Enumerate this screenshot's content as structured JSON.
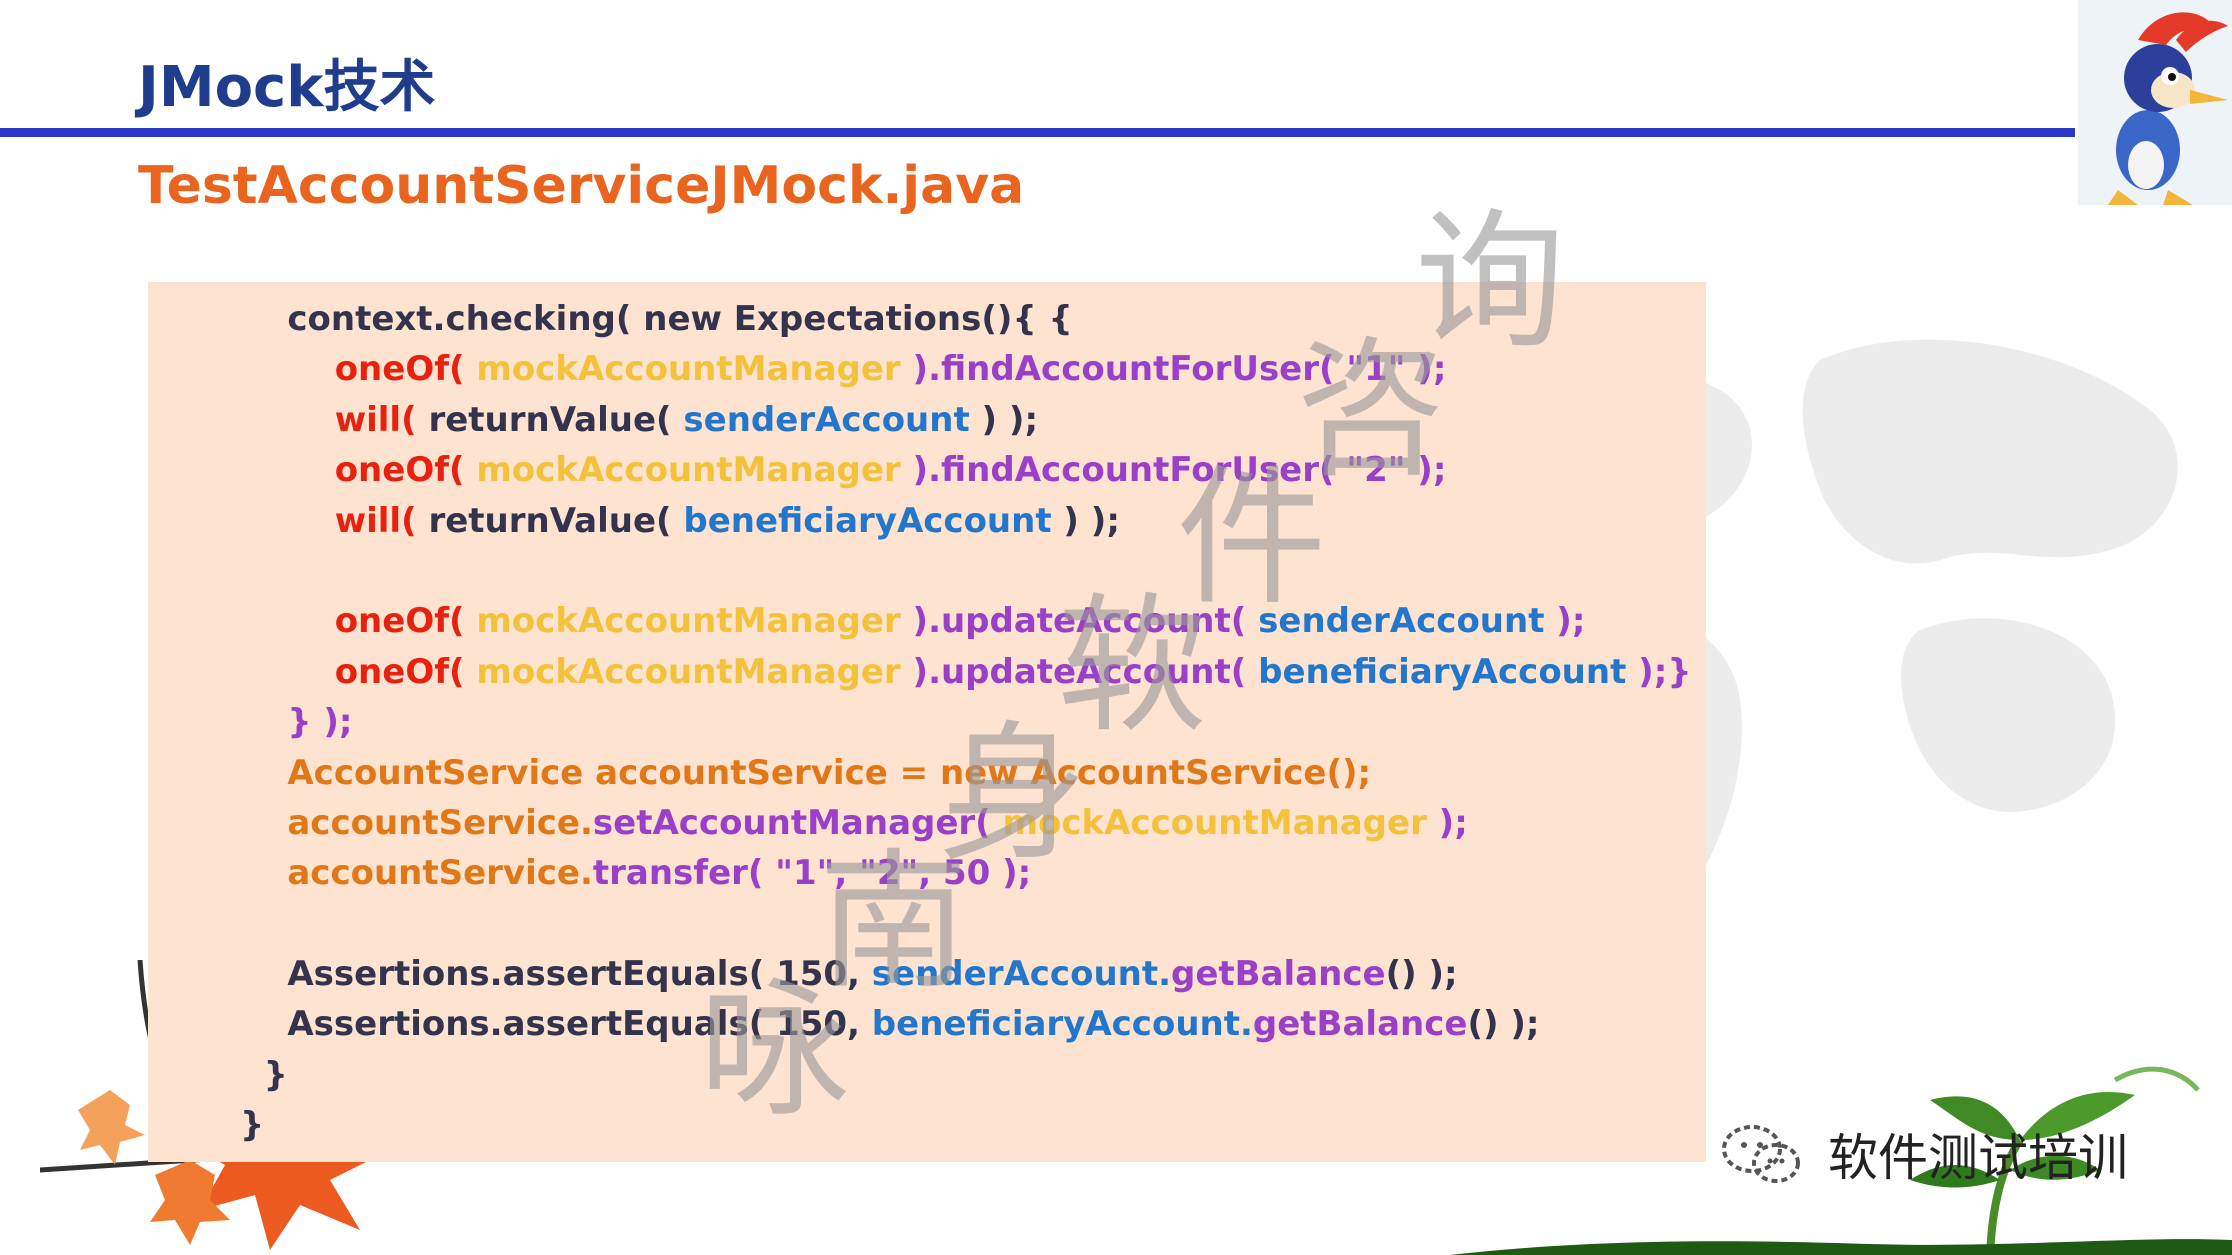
{
  "slide": {
    "title": "JMock技术",
    "filename": "TestAccountServiceJMock.java"
  },
  "code_lines": [
    [
      {
        "t": "    context.checking( new Expectations(){ {",
        "c": "dark"
      }
    ],
    [
      {
        "t": "        oneOf(",
        "c": "red"
      },
      {
        "t": " mockAccountManager",
        "c": "yel"
      },
      {
        "t": " ).findAccountForUser( \"1\" );",
        "c": "pur"
      }
    ],
    [
      {
        "t": "        will(",
        "c": "red"
      },
      {
        "t": " returnValue(",
        "c": "dark"
      },
      {
        "t": " senderAccount",
        "c": "blu"
      },
      {
        "t": " ) );",
        "c": "dark"
      }
    ],
    [
      {
        "t": "        oneOf(",
        "c": "red"
      },
      {
        "t": " mockAccountManager",
        "c": "yel"
      },
      {
        "t": " ).findAccountForUser( \"2\" );",
        "c": "pur"
      }
    ],
    [
      {
        "t": "        will(",
        "c": "red"
      },
      {
        "t": " returnValue(",
        "c": "dark"
      },
      {
        "t": " beneficiaryAccount",
        "c": "blu"
      },
      {
        "t": " ) );",
        "c": "dark"
      }
    ],
    [],
    [
      {
        "t": "        oneOf(",
        "c": "red"
      },
      {
        "t": " mockAccountManager",
        "c": "yel"
      },
      {
        "t": " ).updateAccount(",
        "c": "pur"
      },
      {
        "t": " senderAccount",
        "c": "blu"
      },
      {
        "t": " );",
        "c": "pur"
      }
    ],
    [
      {
        "t": "        oneOf(",
        "c": "red"
      },
      {
        "t": " mockAccountManager",
        "c": "yel"
      },
      {
        "t": " ).updateAccount(",
        "c": "pur"
      },
      {
        "t": " beneficiaryAccount",
        "c": "blu"
      },
      {
        "t": " );}",
        "c": "pur"
      }
    ],
    [
      {
        "t": "    } );",
        "c": "pur"
      }
    ],
    [
      {
        "t": "    AccountService accountService = new AccountService();",
        "c": "ora"
      }
    ],
    [
      {
        "t": "    accountService.",
        "c": "ora"
      },
      {
        "t": "setAccountManager(",
        "c": "pur"
      },
      {
        "t": " mockAccountManager",
        "c": "yel"
      },
      {
        "t": " );",
        "c": "pur"
      }
    ],
    [
      {
        "t": "    accountService.",
        "c": "ora"
      },
      {
        "t": "transfer( \"1\", \"2\", 50 );",
        "c": "pur"
      }
    ],
    [],
    [
      {
        "t": "    Assertions.assertEquals( 150, ",
        "c": "dark"
      },
      {
        "t": "senderAccount.",
        "c": "blu"
      },
      {
        "t": "getBalance",
        "c": "pur"
      },
      {
        "t": "() );",
        "c": "dark"
      }
    ],
    [
      {
        "t": "    Assertions.assertEquals( 150, ",
        "c": "dark"
      },
      {
        "t": "beneficiaryAccount.",
        "c": "blu"
      },
      {
        "t": "getBalance",
        "c": "pur"
      },
      {
        "t": "() );",
        "c": "dark"
      }
    ],
    [
      {
        "t": "  }",
        "c": "dark"
      }
    ],
    [
      {
        "t": "}",
        "c": "dark"
      }
    ]
  ],
  "watermark": {
    "chars": [
      "咏",
      "南",
      "身",
      "软",
      "件",
      "咨",
      "询"
    ]
  },
  "footer": {
    "wechat_label": "软件测试培训"
  },
  "colors": {
    "title_blue": "#1f3d8c",
    "rule_blue": "#2b35c8",
    "filename_orange": "#e8641f",
    "code_bg": "#fde3d0",
    "red": "#e8200e",
    "yellow": "#f4c23a",
    "blue": "#2277cc",
    "orange": "#e07818",
    "purple": "#9a3fc7",
    "dark": "#33334d"
  },
  "icons": [
    "woodpecker-mascot-icon",
    "wechat-icon",
    "maple-leaf-icon",
    "plant-icon",
    "world-map-icon"
  ]
}
